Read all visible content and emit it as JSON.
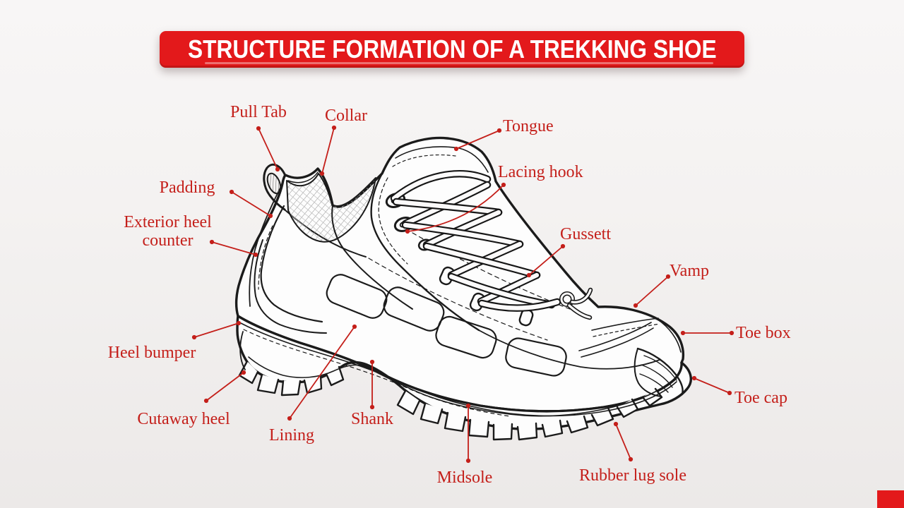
{
  "title": {
    "text": "STRUCTURE FORMATION OF A TREKKING SHOE"
  },
  "colors": {
    "banner_red": "#e3191b",
    "label_red": "#c41f1a",
    "line_ink": "#1b1b1b",
    "background_top": "#f8f6f6",
    "background_bottom": "#ece9e8",
    "corner_accent": "#e3191b"
  },
  "diagram": {
    "subject": "Line illustration of a trekking shoe with annotated parts",
    "labels": [
      {
        "id": "pull-tab",
        "text": "Pull Tab"
      },
      {
        "id": "collar",
        "text": "Collar"
      },
      {
        "id": "tongue",
        "text": "Tongue"
      },
      {
        "id": "lacing-hook",
        "text": "Lacing hook"
      },
      {
        "id": "padding",
        "text": "Padding"
      },
      {
        "id": "exterior-heel-counter",
        "text": "Exterior heel counter"
      },
      {
        "id": "gussett",
        "text": "Gussett"
      },
      {
        "id": "vamp",
        "text": "Vamp"
      },
      {
        "id": "toe-box",
        "text": "Toe box"
      },
      {
        "id": "heel-bumper",
        "text": "Heel bumper"
      },
      {
        "id": "toe-cap",
        "text": "Toe cap"
      },
      {
        "id": "cutaway-heel",
        "text": "Cutaway heel"
      },
      {
        "id": "lining",
        "text": "Lining"
      },
      {
        "id": "shank",
        "text": "Shank"
      },
      {
        "id": "midsole",
        "text": "Midsole"
      },
      {
        "id": "rubber-lug-sole",
        "text": "Rubber lug sole"
      }
    ]
  }
}
